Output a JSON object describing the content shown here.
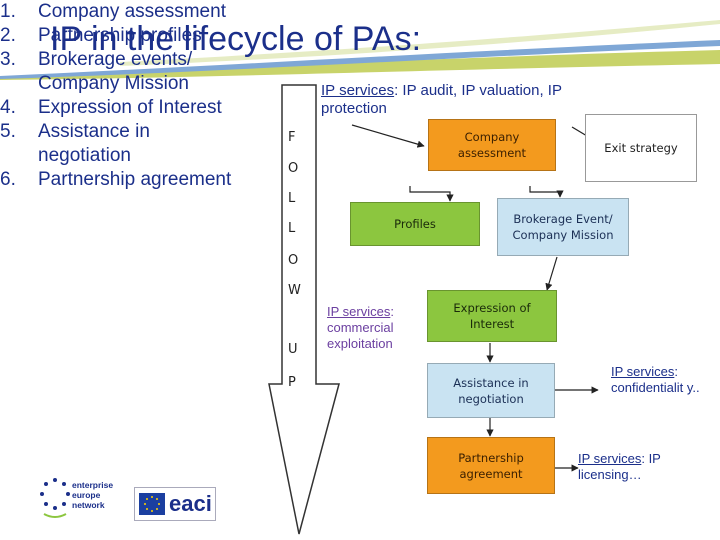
{
  "title": "IP in the lifecycle of PAs:",
  "top_note": {
    "link": "IP services",
    "rest": ": IP audit, IP valuation, IP protection"
  },
  "steps": [
    {
      "num": "1.",
      "text": "Company assessment"
    },
    {
      "num": "2.",
      "text": "Partnership profiles"
    },
    {
      "num": "3.",
      "text": "Brokerage events/ Company Mission"
    },
    {
      "num": "4.",
      "text": "Expression of Interest"
    },
    {
      "num": "5.",
      "text": "Assistance in negotiation"
    },
    {
      "num": "6.",
      "text": "Partnership agreement"
    }
  ],
  "follow_up": [
    "F",
    "O",
    "L",
    "L",
    "O",
    "W",
    "U",
    "P"
  ],
  "boxes": {
    "company_assessment": "Company assessment",
    "exit_strategy": "Exit strategy",
    "profiles": "Profiles",
    "brokerage": "Brokerage Event/ Company Mission",
    "expression": "Expression of Interest",
    "assistance": "Assistance in negotiation",
    "partnership": "Partnership agreement"
  },
  "ip_notes": {
    "commercial": {
      "link": "IP services",
      "rest": ": commercial exploitation"
    },
    "confidentiality": {
      "link": "IP services",
      "rest": ": confidentialit y.."
    },
    "licensing": {
      "link": "IP services",
      "rest": ": IP licensing…"
    }
  },
  "logos": {
    "een": [
      "enterprise",
      "europe",
      "network"
    ],
    "eaci": "eaci"
  },
  "colors": {
    "title": "#1b2f8a",
    "orange": "#f39a1e",
    "green": "#8cc63f",
    "light_blue": "#c9e3f2",
    "purple": "#6b3fa0"
  }
}
